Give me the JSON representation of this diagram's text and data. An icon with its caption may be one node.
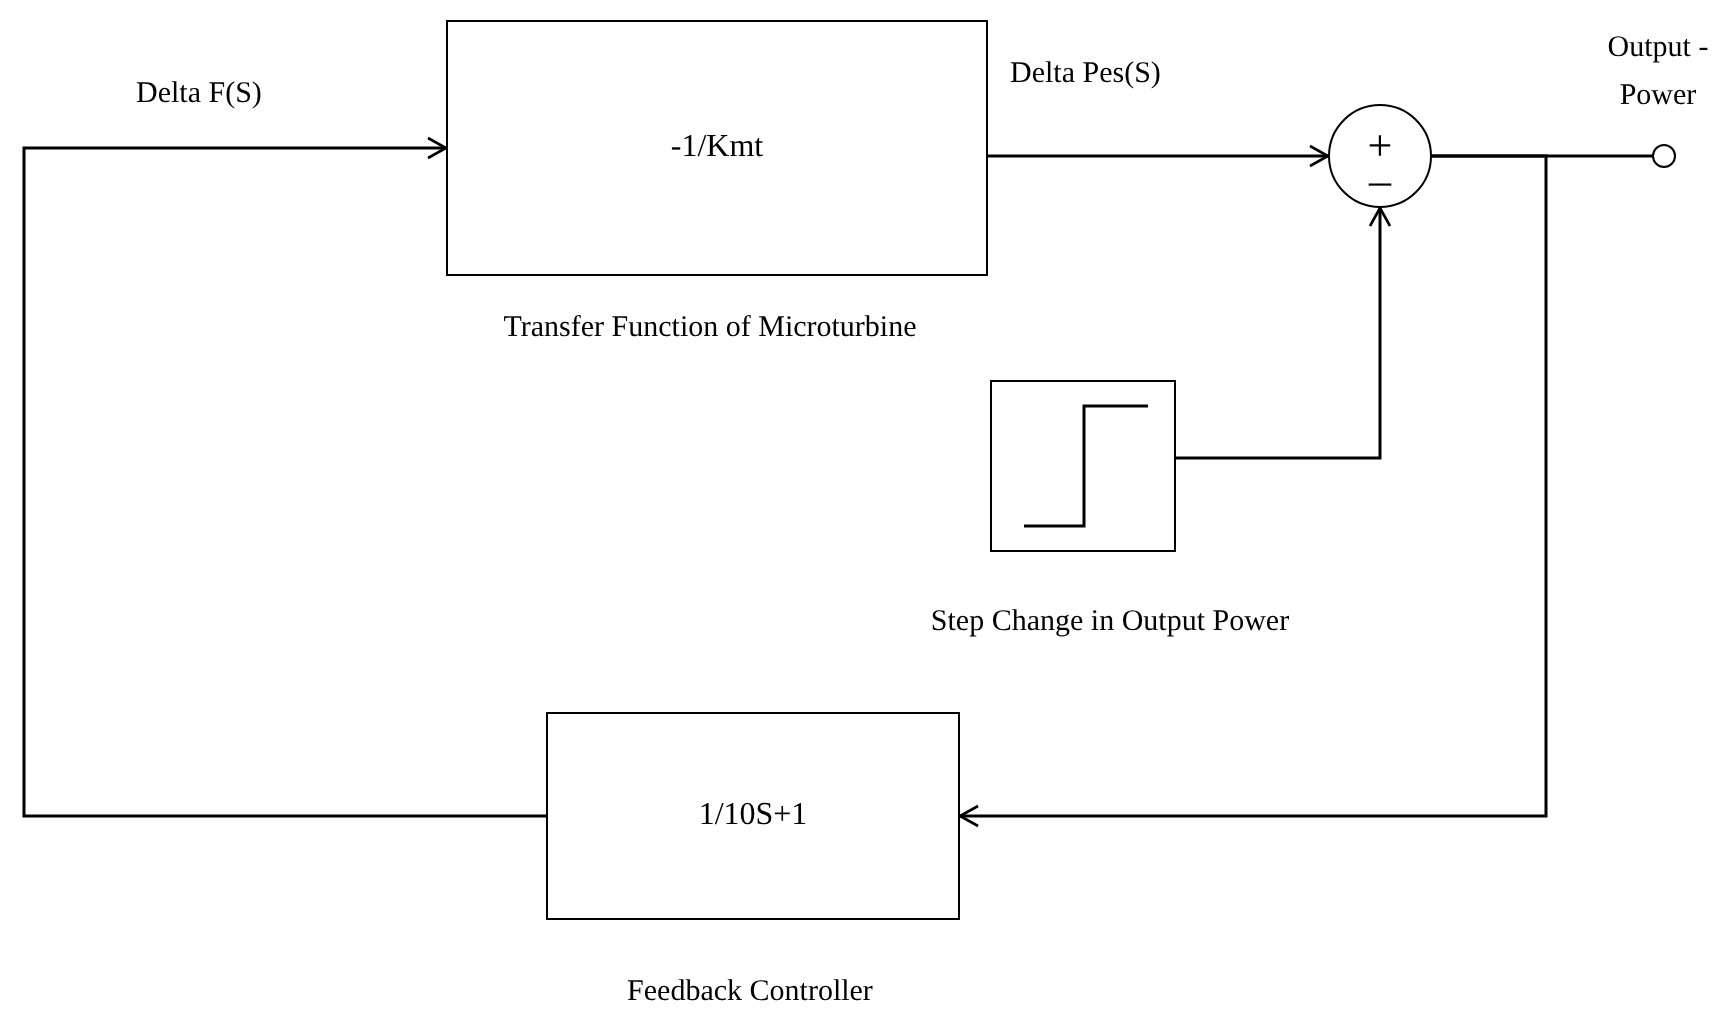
{
  "diagram": {
    "nodes": [
      {
        "text": [
          "-1/Kmt"
        ],
        "beside": [
          "Transfer Function of Microturbine"
        ]
      },
      {
        "text": [
          "+",
          "_"
        ]
      },
      {
        "text": [],
        "shape": "circle",
        "beside": [
          "Output -Power"
        ]
      },
      {
        "text": [],
        "shape": "picture",
        "beside": [
          "Step Change in Output Power"
        ]
      },
      {
        "text": [
          "1/10S+1"
        ],
        "beside": [
          "Feedback Controller"
        ]
      }
    ],
    "edges": [
      {
        "from": 0,
        "to": 1,
        "arrow": "to",
        "label": "Delta Pes(S)"
      },
      {
        "from": 1,
        "to": 2,
        "arrow": "none"
      },
      {
        "from": 3,
        "to": 1,
        "arrow": "to"
      },
      {
        "from": 1,
        "to": 4,
        "arrow": "to"
      },
      {
        "from": 4,
        "to": 0,
        "arrow": "to",
        "label": "Delta F(S)"
      }
    ]
  }
}
